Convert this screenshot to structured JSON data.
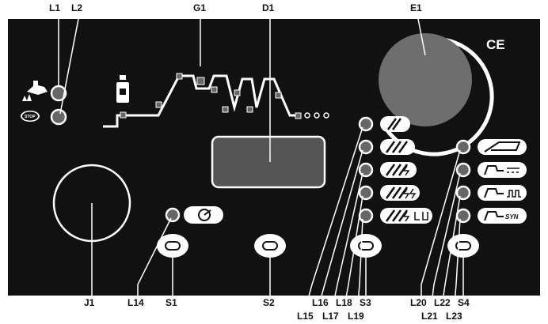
{
  "colors": {
    "panel": "#111111",
    "outline": "#ffffff",
    "knob": "#6e6e6e",
    "display": "#555555",
    "led": "#666666",
    "key": "#bbbbbb"
  },
  "marks": {
    "ce": "CE",
    "stop": "STOP",
    "syn": "SYN"
  },
  "labels": {
    "L1": "L1",
    "L2": "L2",
    "G1": "G1",
    "D1": "D1",
    "E1": "E1",
    "J1": "J1",
    "L14": "L14",
    "S1": "S1",
    "S2": "S2",
    "L15": "L15",
    "L16": "L16",
    "L17": "L17",
    "L18": "L18",
    "L19": "L19",
    "S3": "S3",
    "L20": "L20",
    "L21": "L21",
    "L22": "L22",
    "L23": "L23",
    "S4": "S4"
  }
}
